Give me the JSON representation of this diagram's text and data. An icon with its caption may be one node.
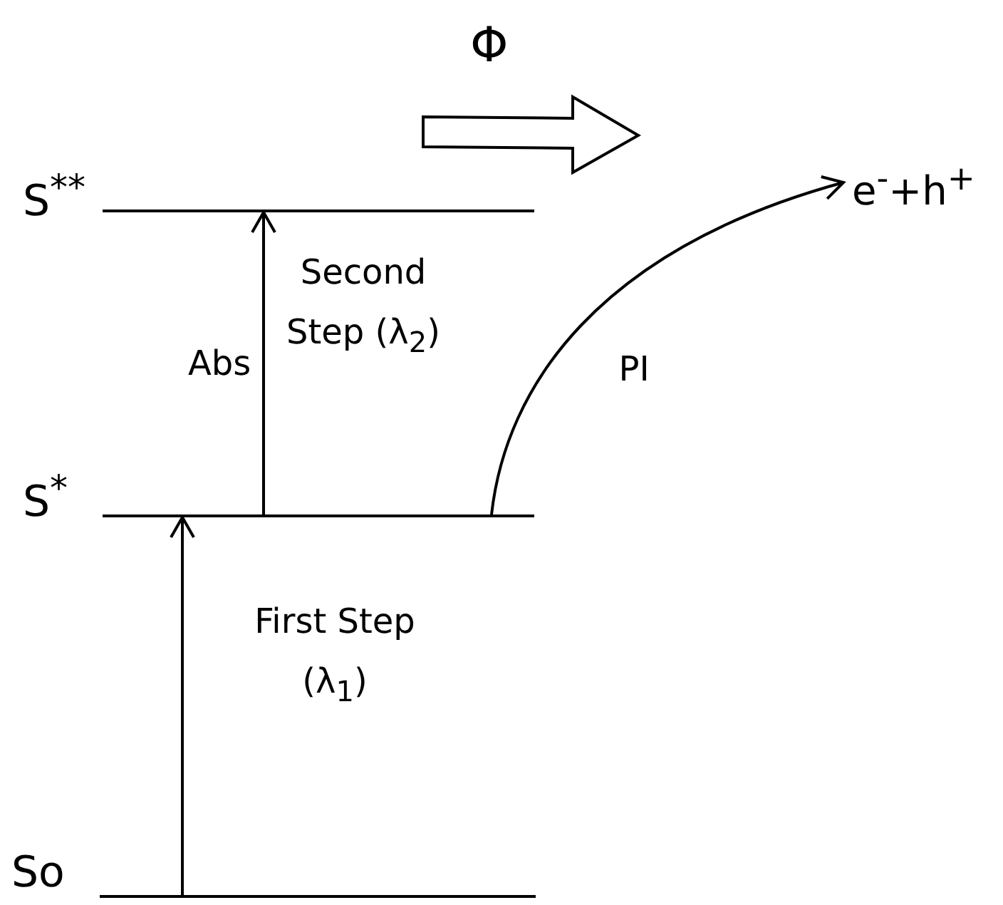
{
  "diagram": {
    "nodes": [
      {
        "text": [
          "S$^{**}$"
        ]
      },
      {
        "text": [
          "S$^{*}$"
        ]
      },
      {
        "text": [
          "So"
        ]
      },
      {
        "text": [
          "e$^{-}$+h$^{+}$"
        ]
      }
    ],
    "edges": [
      {
        "from": 2,
        "to": 1,
        "arrow": "to",
        "label": "First Step (λ$_{1}$)"
      },
      {
        "from": 1,
        "to": 0,
        "arrow": "to",
        "label": "Second Step (λ$_{2}$)"
      },
      {
        "from": 1,
        "to": 3,
        "arrow": "to",
        "label": "PI"
      }
    ],
    "labels": [
      "Φ",
      "Abs"
    ]
  }
}
